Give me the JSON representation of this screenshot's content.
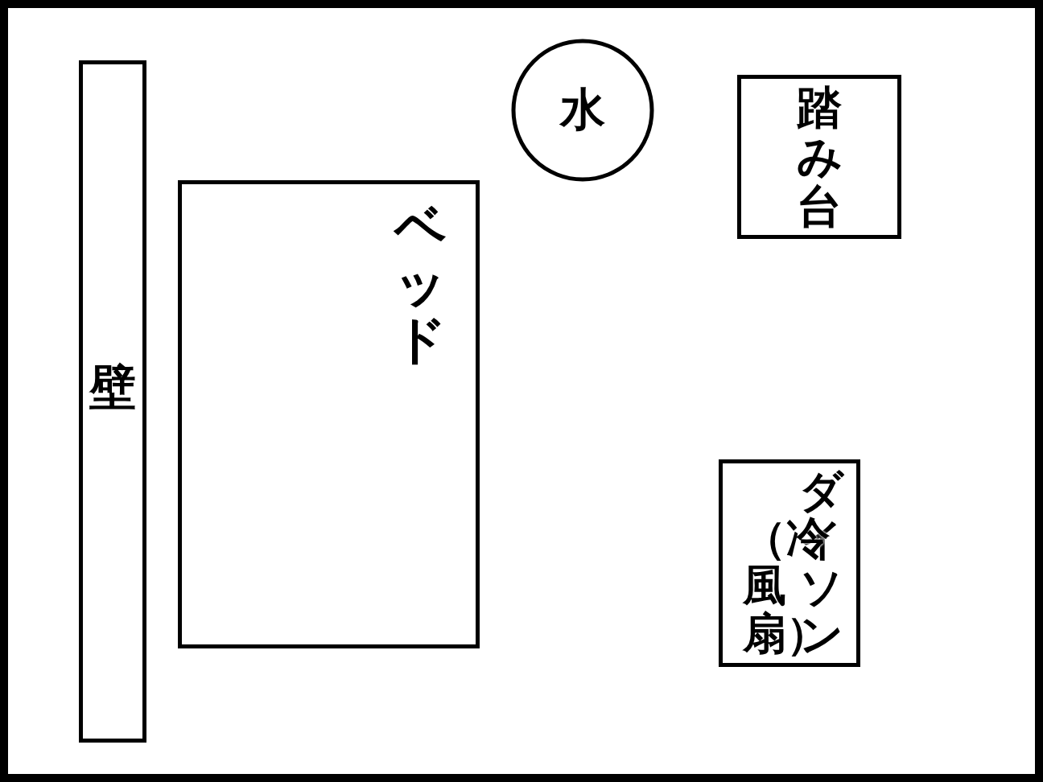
{
  "diagram": {
    "nodes": [
      {
        "text": [
          "壁"
        ]
      },
      {
        "text": [
          "ベッド"
        ]
      },
      {
        "text": [
          "水"
        ]
      },
      {
        "text": [
          "踏み台"
        ]
      },
      {
        "text": [
          "ダイソン",
          "（冷風扇）"
        ]
      }
    ]
  }
}
